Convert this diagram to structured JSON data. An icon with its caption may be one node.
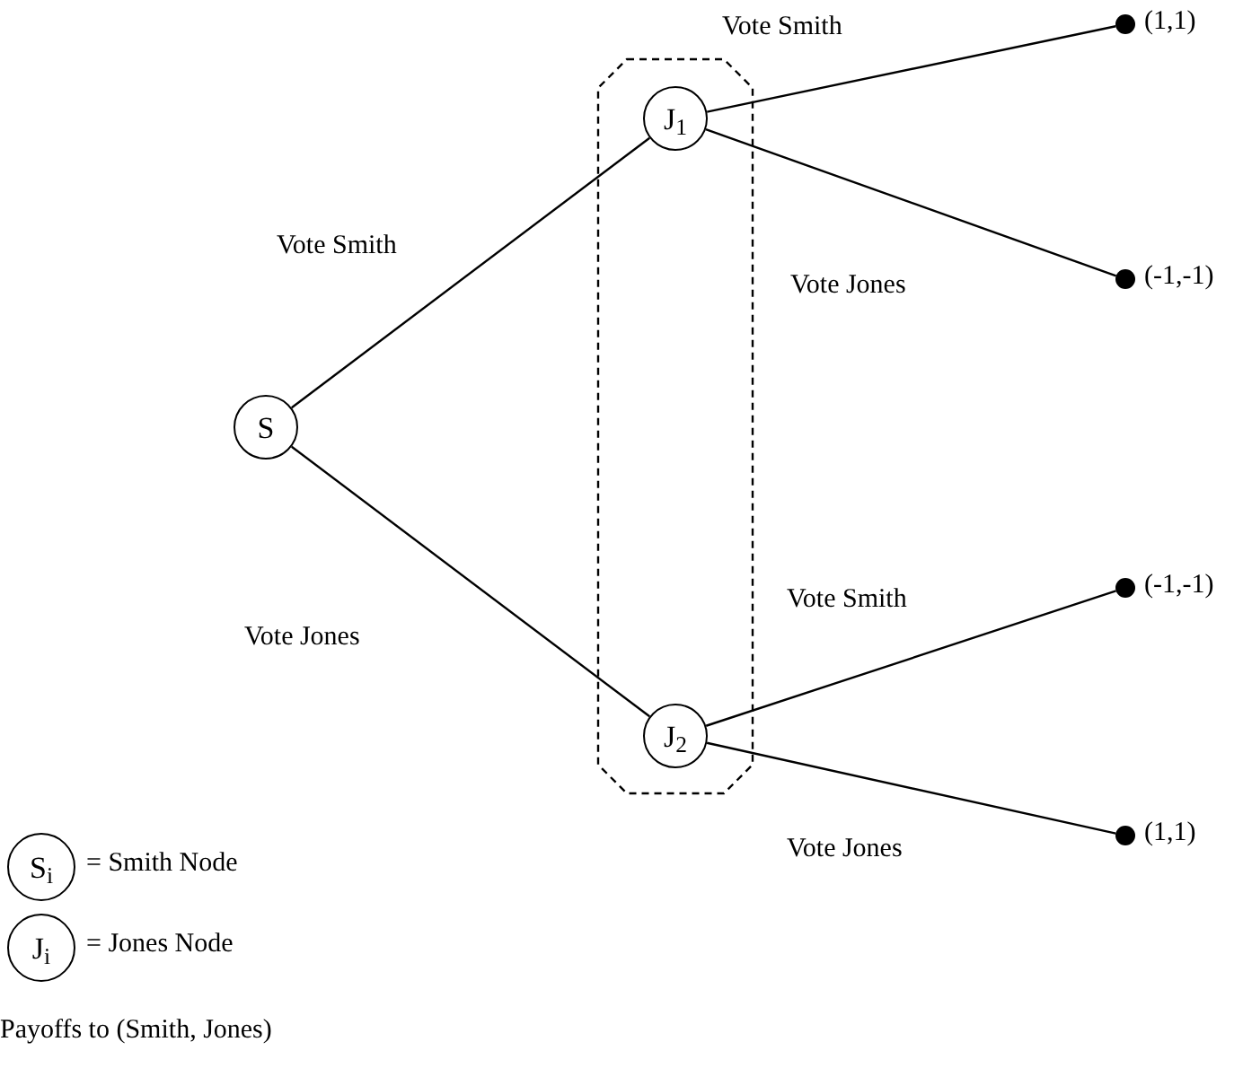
{
  "diagram": {
    "nodes": [
      {
        "text": [],
        "shape": "box"
      },
      {
        "text": [
          "S"
        ]
      },
      {
        "text": [
          "J$_{1}$"
        ],
        "in": 0
      },
      {
        "text": [
          "J$_{2}$"
        ],
        "in": 0
      },
      {
        "text": [],
        "shape": "circle",
        "beside": [
          "(1,1)"
        ]
      },
      {
        "text": [],
        "shape": "circle",
        "beside": [
          "(-1,-1)"
        ]
      },
      {
        "text": [],
        "shape": "circle",
        "beside": [
          "(-1,-1)"
        ]
      },
      {
        "text": [],
        "shape": "circle",
        "beside": [
          "(1,1)"
        ]
      },
      {
        "text": [
          "S$_{i}$"
        ],
        "beside": [
          "= Smith Node"
        ]
      },
      {
        "text": [
          "J$_{i}$"
        ],
        "beside": [
          "= Jones Node"
        ]
      }
    ],
    "edges": [
      {
        "from": 1,
        "to": 2,
        "arrow": "none",
        "label": "Vote Smith"
      },
      {
        "from": 1,
        "to": 3,
        "arrow": "none",
        "label": "Vote Jones"
      },
      {
        "from": 2,
        "to": 4,
        "arrow": "none",
        "label": "Vote Smith"
      },
      {
        "from": 2,
        "to": 5,
        "arrow": "none",
        "label": "Vote Jones"
      },
      {
        "from": 3,
        "to": 6,
        "arrow": "none",
        "label": "Vote Smith"
      },
      {
        "from": 3,
        "to": 7,
        "arrow": "none",
        "label": "Vote Jones"
      }
    ],
    "labels": [
      "Payoffs to (Smith, Jones)"
    ]
  }
}
